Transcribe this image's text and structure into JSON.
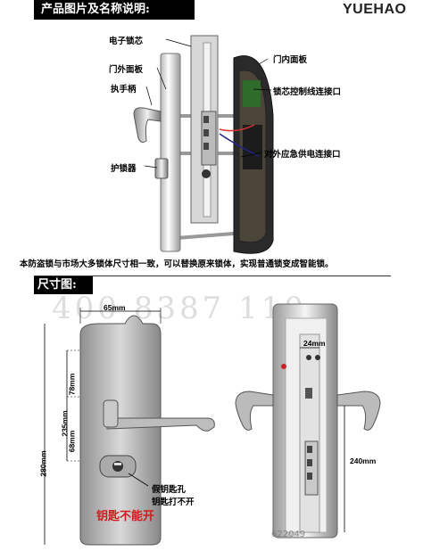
{
  "header": {
    "section1_title": "产品图片及名称说明:",
    "brand": "YUEHAO",
    "section2_title": "尺寸图:"
  },
  "callouts": {
    "electronic_core": "电子锁芯",
    "outer_panel": "门外面板",
    "handle": "执手柄",
    "guard": "护锁器",
    "inner_panel": "门内面板",
    "core_connector": "锁芯控制线连接口",
    "emergency_connector": "对外应急供电连接口"
  },
  "description": "本防盗锁与市场大多锁体尺寸相一致，可以替换原来锁体，实现普通锁变成智能锁。",
  "dimensions": {
    "width_65": "65mm",
    "h_280": "280mm",
    "h_235": "235mm",
    "h_78": "78mm",
    "h_68": "68mm",
    "w_24": "24mm",
    "h_240": "240mm"
  },
  "notes": {
    "fake_keyhole_1": "假钥匙孔",
    "fake_keyhole_2": "钥匙打不开",
    "warning": "钥匙不能开"
  },
  "watermarks": {
    "phone_large": "400 8387 110",
    "phone_small": "622049"
  },
  "colors": {
    "header_bg": "#000000",
    "warning_red": "#d21b1b"
  }
}
